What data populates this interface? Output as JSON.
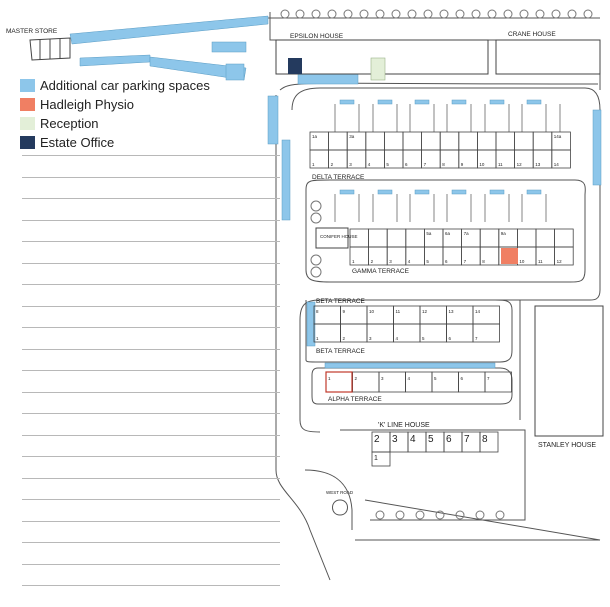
{
  "colors": {
    "parking": "#8dc6ea",
    "physio": "#f07f63",
    "reception": "#e3efd8",
    "office": "#243a5e"
  },
  "legend": [
    {
      "label": "Additional car parking spaces",
      "color": "#8dc6ea"
    },
    {
      "label": "Hadleigh Physio",
      "color": "#f07f63"
    },
    {
      "label": "Reception",
      "color": "#e3efd8"
    },
    {
      "label": "Estate Office",
      "color": "#243a5e"
    }
  ],
  "labels": {
    "master_store": "MASTER STORE",
    "epsilon_house": "EPSILON HOUSE",
    "crane_house": "CRANE HOUSE",
    "delta_terrace": "DELTA TERRACE",
    "conifer_house": "CONIFER HOUSE",
    "gamma_terrace": "GAMMA TERRACE",
    "beta_terrace_top": "BETA TERRACE",
    "beta_terrace_bottom": "BETA TERRACE",
    "alpha_terrace": "ALPHA TERRACE",
    "k_line_house": "'K' LINE HOUSE",
    "stanley_house": "STANLEY HOUSE",
    "west_road": "WEST ROAD"
  },
  "unit_numbers": {
    "delta": [
      "1",
      "2",
      "3",
      "4",
      "5",
      "6",
      "7",
      "8",
      "9",
      "10",
      "11",
      "12",
      "13",
      "14"
    ],
    "delta_upper": [
      "1a",
      "",
      "3a",
      "",
      "",
      "",
      "",
      "",
      "",
      "",
      "",
      "",
      "",
      "14a"
    ],
    "gamma": [
      "1",
      "2",
      "3",
      "4",
      "5",
      "6",
      "7",
      "8",
      "9",
      "10",
      "11",
      "12"
    ],
    "gamma_upper": [
      "",
      "",
      "",
      "",
      "5a",
      "6a",
      "7a",
      "",
      "9a",
      "",
      "",
      ""
    ],
    "beta_upper": [
      "8",
      "9",
      "10",
      "11",
      "12",
      "13",
      "14"
    ],
    "beta_lower": [
      "1",
      "2",
      "3",
      "4",
      "5",
      "6",
      "7"
    ],
    "alpha": [
      "1",
      "2",
      "3",
      "4",
      "5",
      "6",
      "7"
    ],
    "k_line": [
      "2",
      "3",
      "4",
      "5",
      "6",
      "7",
      "8"
    ],
    "k_line_lower": [
      "1"
    ]
  },
  "notes": {
    "line_count": 21
  }
}
